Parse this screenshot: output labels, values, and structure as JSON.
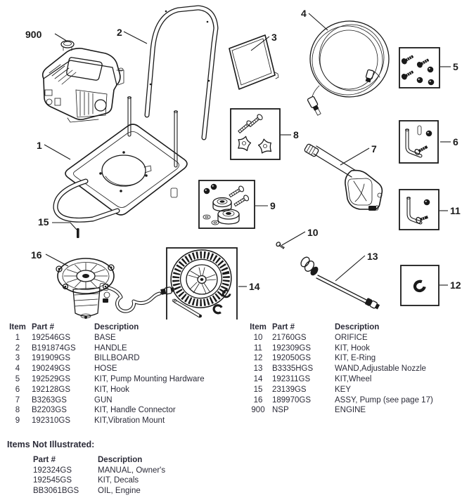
{
  "theme": {
    "line_color": "#1a1a1a",
    "text_color": "#2b2b38",
    "background": "#ffffff"
  },
  "diagram": {
    "callouts": {
      "c900": "900",
      "c1": "1",
      "c2": "2",
      "c3": "3",
      "c4": "4",
      "c5": "5",
      "c6": "6",
      "c7": "7",
      "c8": "8",
      "c9": "9",
      "c10": "10",
      "c11": "11",
      "c12": "12",
      "c13": "13",
      "c14": "14",
      "c15": "15",
      "c16": "16"
    }
  },
  "tables": {
    "left": {
      "headers": {
        "item": "Item",
        "part": "Part #",
        "desc": "Description"
      },
      "rows": [
        {
          "item": "1",
          "part": "192546GS",
          "desc": "BASE"
        },
        {
          "item": "2",
          "part": "B191874GS",
          "desc": "HANDLE"
        },
        {
          "item": "3",
          "part": "191909GS",
          "desc": "BILLBOARD"
        },
        {
          "item": "4",
          "part": "190249GS",
          "desc": "HOSE"
        },
        {
          "item": "5",
          "part": "192529GS",
          "desc": "KIT, Pump Mounting Hardware"
        },
        {
          "item": "6",
          "part": "192128GS",
          "desc": "KIT, Hook"
        },
        {
          "item": "7",
          "part": "B3263GS",
          "desc": "GUN"
        },
        {
          "item": "8",
          "part": "B2203GS",
          "desc": "KIT, Handle Connector"
        },
        {
          "item": "9",
          "part": "192310GS",
          "desc": "KIT,Vibration Mount"
        }
      ]
    },
    "right": {
      "headers": {
        "item": "Item",
        "part": "Part #",
        "desc": "Description"
      },
      "rows": [
        {
          "item": "10",
          "part": "21760GS",
          "desc": "ORIFICE"
        },
        {
          "item": "11",
          "part": "192309GS",
          "desc": "KIT, Hook"
        },
        {
          "item": "12",
          "part": "192050GS",
          "desc": "KIT, E-Ring"
        },
        {
          "item": "13",
          "part": "B3335HGS",
          "desc": "WAND,Adjustable Nozzle"
        },
        {
          "item": "14",
          "part": "192311GS",
          "desc": "KIT,Wheel"
        },
        {
          "item": "15",
          "part": "23139GS",
          "desc": "KEY"
        },
        {
          "item": "16",
          "part": "189970GS",
          "desc": "ASSY, Pump (see page 17)"
        },
        {
          "item": "900",
          "part": "NSP",
          "desc": "ENGINE"
        }
      ]
    },
    "not_illustrated": {
      "title": "Items Not Illustrated:",
      "headers": {
        "part": "Part #",
        "desc": "Description"
      },
      "rows": [
        {
          "part": "192324GS",
          "desc": "MANUAL, Owner's"
        },
        {
          "part": "192545GS",
          "desc": "KIT, Decals"
        },
        {
          "part": "BB3061BGS",
          "desc": "OIL, Engine"
        }
      ]
    }
  }
}
